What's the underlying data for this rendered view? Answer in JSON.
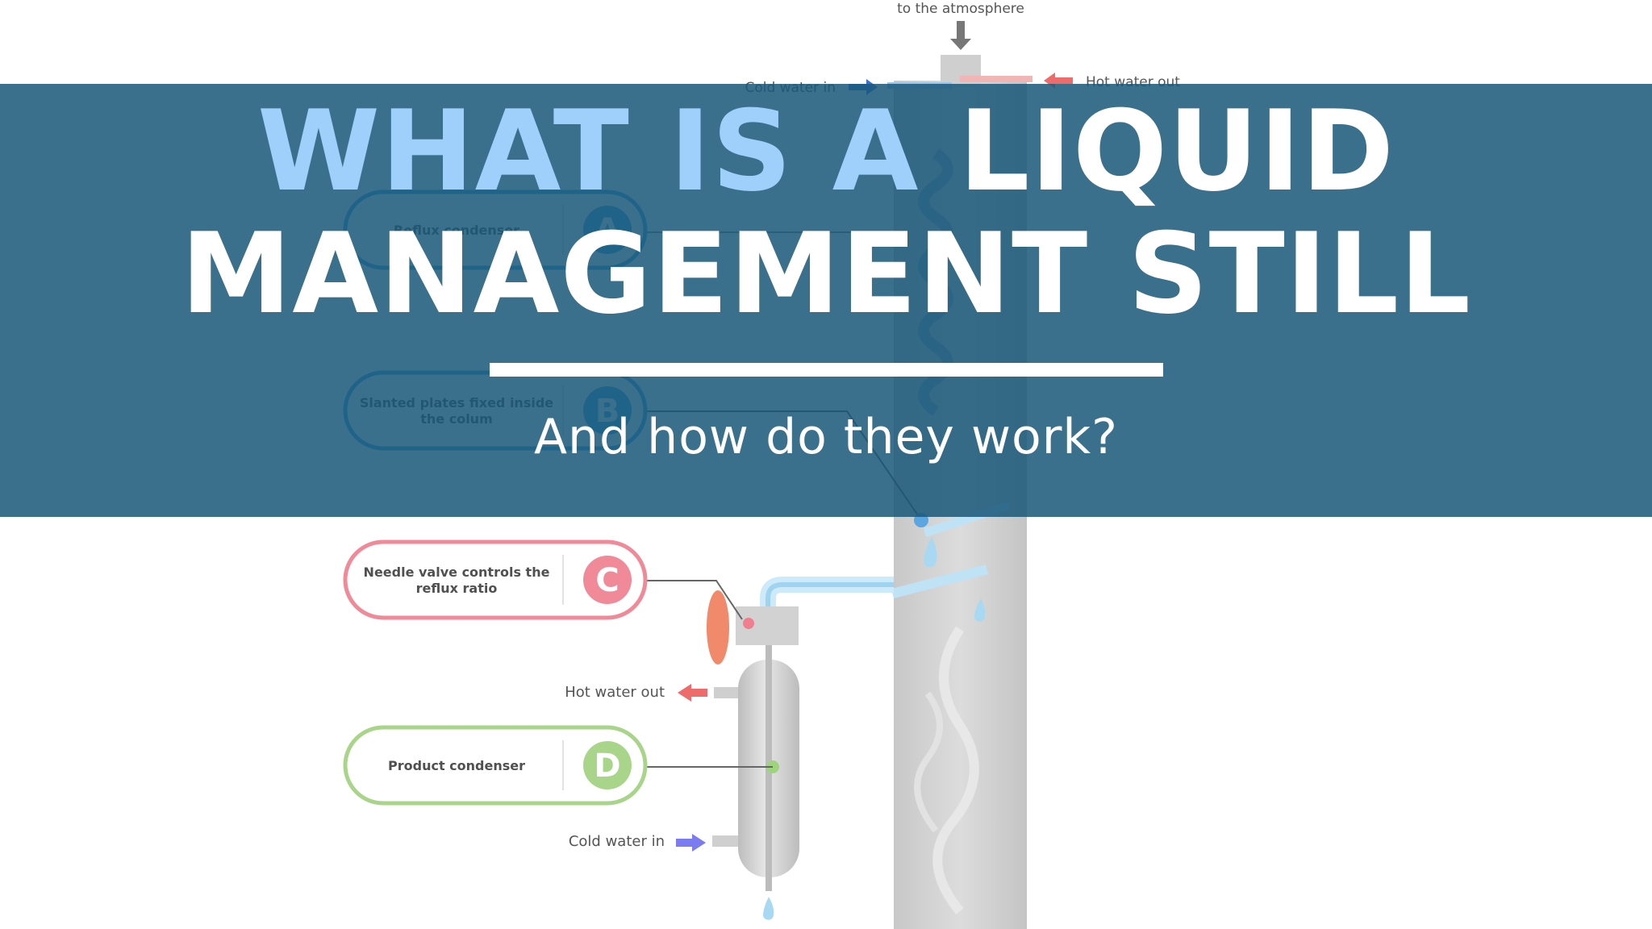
{
  "diagram": {
    "labels": {
      "vent": "to the atmosphere",
      "cold_water_in_top": "Cold water in",
      "hot_water_out_top": "Hot water out",
      "hot_water_out_bottom": "Hot water out",
      "cold_water_in_bottom": "Cold water in"
    },
    "callouts": [
      {
        "text_lines": [
          "Reflux condenser"
        ],
        "badge": "A",
        "color": "#3aa0d8"
      },
      {
        "text_lines": [
          "Slanted plates fixed inside",
          "the colum"
        ],
        "badge": "B",
        "color": "#3aa0d8"
      },
      {
        "text_lines": [
          "Needle valve controls the",
          "reflux ratio"
        ],
        "badge": "C",
        "color": "#f08a98"
      },
      {
        "text_lines": [
          "Product condenser"
        ],
        "badge": "D",
        "color": "#a9d58a"
      }
    ],
    "colors": {
      "hot_arrow": "#ee6b6b",
      "cold_arrow_top": "#3b6fd8",
      "cold_arrow_bottom": "#7b7cf0",
      "column": "#d3d3d3",
      "water": "#a8d8f2"
    }
  },
  "banner": {
    "title_accent": "WHAT IS A",
    "title_rest_line1": " LIQUID",
    "title_line2": "MANAGEMENT STILL",
    "subtitle": "And how do they work?",
    "colors": {
      "background": "#1b587a",
      "accent": "#9fd0fb",
      "text": "#ffffff"
    }
  }
}
